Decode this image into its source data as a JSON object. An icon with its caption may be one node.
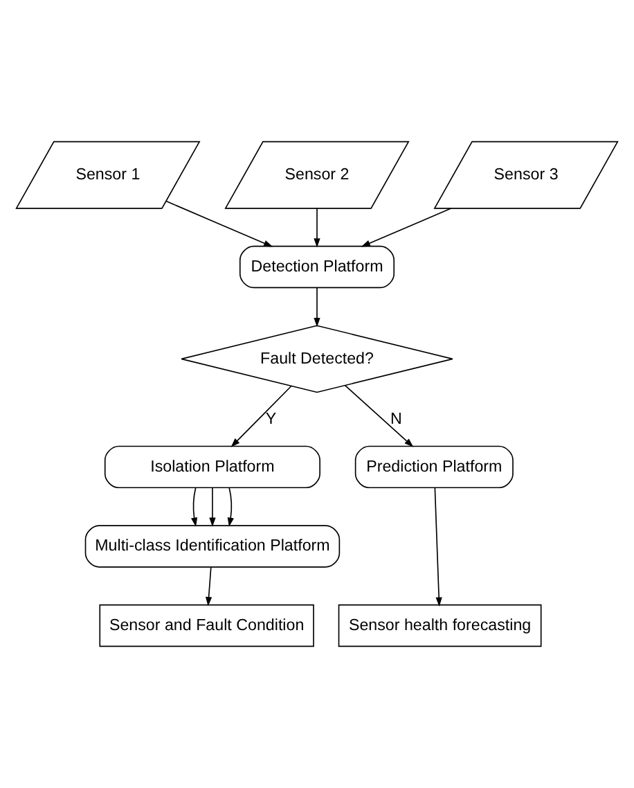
{
  "diagram": {
    "nodes": [
      {
        "text": [
          "Sensor 1"
        ]
      },
      {
        "text": [
          "Sensor 2"
        ]
      },
      {
        "text": [
          "Sensor 3"
        ]
      },
      {
        "text": [
          "Detection Platform"
        ]
      },
      {
        "text": [
          "Fault Detected?"
        ]
      },
      {
        "text": [
          "Isolation Platform"
        ]
      },
      {
        "text": [
          "Prediction Platform"
        ]
      },
      {
        "text": [
          "Multi-class Identification Platform"
        ]
      },
      {
        "text": [
          "Sensor health forecasting"
        ]
      },
      {
        "text": [
          "Sensor and Fault Condition"
        ]
      }
    ],
    "edges": [
      {
        "from": 0,
        "to": 3,
        "arrow": "to"
      },
      {
        "from": 1,
        "to": 3,
        "arrow": "to"
      },
      {
        "from": 2,
        "to": 3,
        "arrow": "to"
      },
      {
        "from": 3,
        "to": 4,
        "arrow": "to"
      },
      {
        "from": 4,
        "to": 6,
        "arrow": "to",
        "label": "N"
      },
      {
        "from": 4,
        "to": 5,
        "arrow": "to",
        "label": "Y"
      },
      {
        "from": 5,
        "to": 7,
        "arrow": "to"
      },
      {
        "from": 5,
        "to": 7,
        "arrow": "to"
      },
      {
        "from": 5,
        "to": 7,
        "arrow": "to"
      },
      {
        "from": 6,
        "to": 8,
        "arrow": "to"
      },
      {
        "from": 7,
        "to": 9,
        "arrow": "to"
      }
    ]
  }
}
